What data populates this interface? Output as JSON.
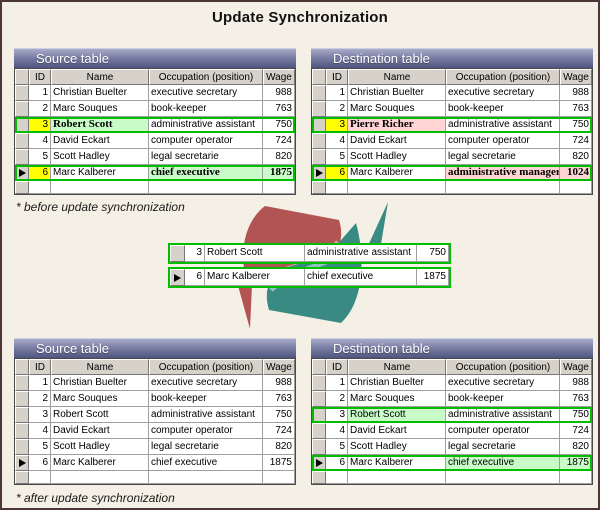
{
  "title": "Update Synchronization",
  "labels": {
    "before": "* before update synchronization",
    "after": "* after update synchronization"
  },
  "columns": {
    "sel": "",
    "id": "ID",
    "name": "Name",
    "occupation": "Occupation (position)",
    "wage": "Wage"
  },
  "icons": {
    "current_record_arrow": "black-right-triangle"
  },
  "colors": {
    "frame_border": "#4d3636",
    "background": "#f5f0e5",
    "row_outline_green": "#00bd00",
    "highlight_yellow": "#ffff00",
    "highlight_green": "#c9fbc9",
    "highlight_pink": "#ffd4d4",
    "caption_gradient_top": "#a8acc9",
    "caption_gradient_bottom": "#4f557f",
    "logo_red": "#b25454",
    "logo_red_light": "#d9a3a3",
    "logo_teal": "#3a8a84",
    "logo_teal_light": "#93c2bc"
  },
  "tables": [
    {
      "title": "Source table",
      "rows": [
        {
          "id": "1",
          "name": "Christian Buelter",
          "occupation": "executive secretary",
          "wage": "988"
        },
        {
          "id": "2",
          "name": "Marc Souques",
          "occupation": "book-keeper",
          "wage": "763"
        },
        {
          "id": "3",
          "name": "Robert Scott",
          "occupation": "administrative assistant",
          "wage": "750",
          "outlined": true,
          "highlights": {
            "id": "yellow",
            "name": "green-bold"
          }
        },
        {
          "id": "4",
          "name": "David Eckart",
          "occupation": "computer operator",
          "wage": "724"
        },
        {
          "id": "5",
          "name": "Scott Hadley",
          "occupation": "legal secretarie",
          "wage": "820"
        },
        {
          "id": "6",
          "name": "Marc Kalberer",
          "occupation": "chief executive",
          "wage": "1875",
          "outlined": true,
          "current": true,
          "highlights": {
            "id": "yellow",
            "occupation": "green-bold",
            "wage": "green-bold"
          }
        }
      ]
    },
    {
      "title": "Destination table",
      "rows": [
        {
          "id": "1",
          "name": "Christian Buelter",
          "occupation": "executive secretary",
          "wage": "988"
        },
        {
          "id": "2",
          "name": "Marc Souques",
          "occupation": "book-keeper",
          "wage": "763"
        },
        {
          "id": "3",
          "name": "Pierre Richer",
          "occupation": "administrative assistant",
          "wage": "750",
          "outlined": true,
          "highlights": {
            "id": "yellow",
            "name": "pink-bold"
          }
        },
        {
          "id": "4",
          "name": "David Eckart",
          "occupation": "computer operator",
          "wage": "724"
        },
        {
          "id": "5",
          "name": "Scott Hadley",
          "occupation": "legal secretarie",
          "wage": "820"
        },
        {
          "id": "6",
          "name": "Marc Kalberer",
          "occupation": "administrative manager",
          "wage": "1024",
          "outlined": true,
          "current": true,
          "highlights": {
            "id": "yellow",
            "occupation": "pink-bold",
            "wage": "pink-bold"
          }
        }
      ]
    },
    {
      "title": "Source table",
      "rows": [
        {
          "id": "1",
          "name": "Christian Buelter",
          "occupation": "executive secretary",
          "wage": "988"
        },
        {
          "id": "2",
          "name": "Marc Souques",
          "occupation": "book-keeper",
          "wage": "763"
        },
        {
          "id": "3",
          "name": "Robert Scott",
          "occupation": "administrative assistant",
          "wage": "750"
        },
        {
          "id": "4",
          "name": "David Eckart",
          "occupation": "computer operator",
          "wage": "724"
        },
        {
          "id": "5",
          "name": "Scott Hadley",
          "occupation": "legal secretarie",
          "wage": "820"
        },
        {
          "id": "6",
          "name": "Marc Kalberer",
          "occupation": "chief executive",
          "wage": "1875",
          "current": true
        }
      ]
    },
    {
      "title": "Destination table",
      "rows": [
        {
          "id": "1",
          "name": "Christian Buelter",
          "occupation": "executive secretary",
          "wage": "988"
        },
        {
          "id": "2",
          "name": "Marc Souques",
          "occupation": "book-keeper",
          "wage": "763"
        },
        {
          "id": "3",
          "name": "Robert Scott",
          "occupation": "administrative assistant",
          "wage": "750",
          "outlined": true,
          "highlights": {
            "name": "green"
          }
        },
        {
          "id": "4",
          "name": "David Eckart",
          "occupation": "computer operator",
          "wage": "724"
        },
        {
          "id": "5",
          "name": "Scott Hadley",
          "occupation": "legal secretarie",
          "wage": "820"
        },
        {
          "id": "6",
          "name": "Marc Kalberer",
          "occupation": "chief executive",
          "wage": "1875",
          "outlined": true,
          "current": true,
          "highlights": {
            "occupation": "green",
            "wage": "green"
          }
        }
      ]
    }
  ],
  "sync_rows": [
    {
      "id": "3",
      "name": "Robert Scott",
      "occupation": "administrative assistant",
      "wage": "750",
      "current": false
    },
    {
      "id": "6",
      "name": "Marc Kalberer",
      "occupation": "chief executive",
      "wage": "1875",
      "current": true
    }
  ]
}
